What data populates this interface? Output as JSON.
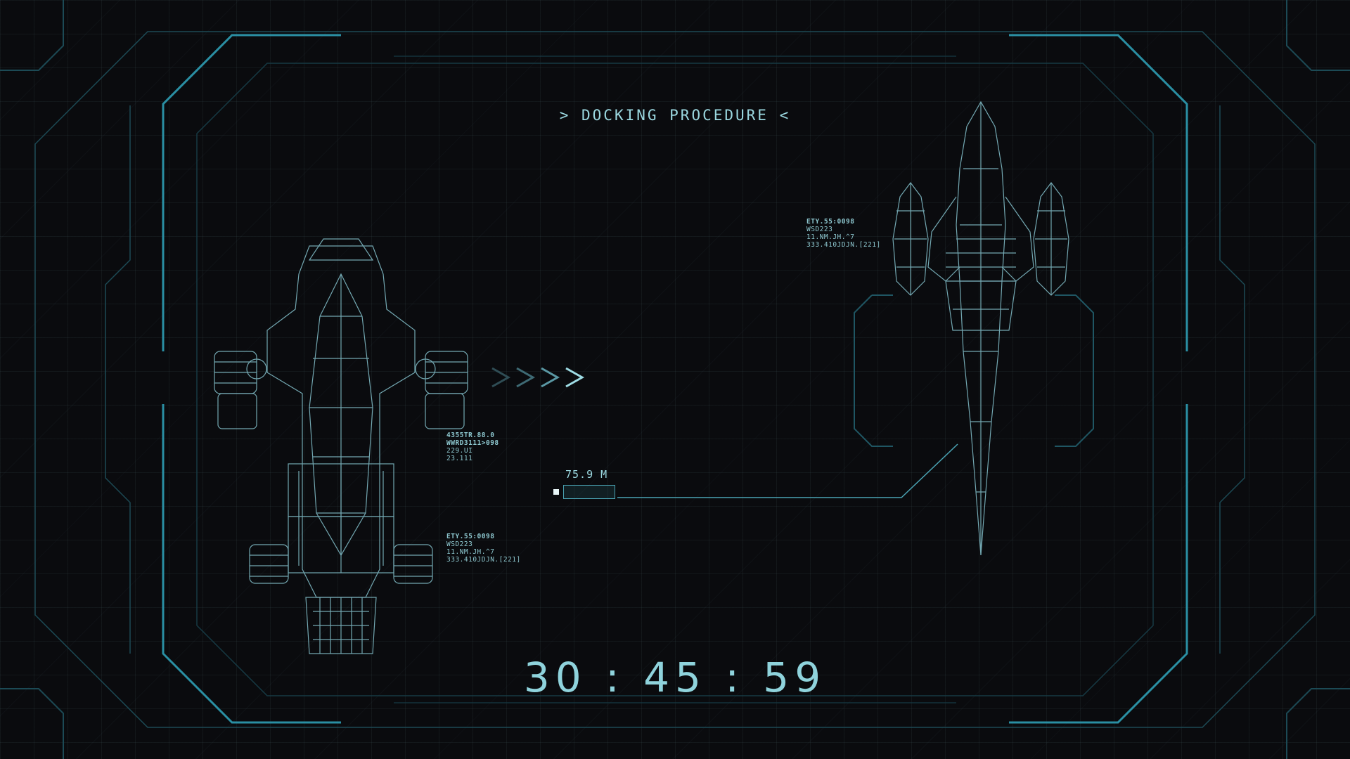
{
  "hud": {
    "title": "> DOCKING PROCEDURE <",
    "timer": "30 : 45 : 59",
    "distance": "75.9 M"
  },
  "readouts": {
    "left_upper": [
      "4355TR.88.0",
      "WWRD3111>098",
      "229.UI",
      "23.111"
    ],
    "left_lower": [
      "ETY.55:0098",
      "WSD223",
      "11.NM.JH.^7",
      "333.410JDJN.[221]"
    ],
    "right": [
      "ETY.55:0098",
      "WSD223",
      "11.NM.JH.^7",
      "333.410JDJN.[221]"
    ]
  },
  "colors": {
    "background": "#0a0b0e",
    "frame_accent": "#2a8fa3",
    "frame_dim": "#1c4a55",
    "text": "#9bd8e0",
    "wireframe": "#7fb9c4"
  },
  "icons": {
    "approach_arrows": "chevron-right-icon x4",
    "distance_marker": "square-dot-icon"
  }
}
